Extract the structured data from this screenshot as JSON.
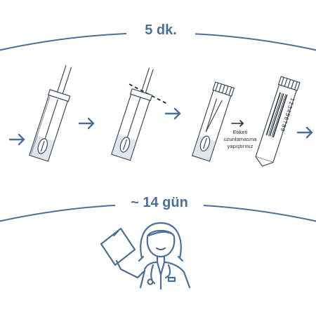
{
  "headings": {
    "duration_top": "5 dk.",
    "duration_bottom": "~ 14 gün"
  },
  "label_instruction": [
    "Etiketi",
    "uzunlamasına",
    "yapıştırınız"
  ],
  "barcode_number": "123456789",
  "colors": {
    "accent": "#4a6f9a",
    "line": "#3c4a5a",
    "tube_fill": "#dfe6ee"
  },
  "icons": [
    "arrow-right-icon",
    "swab-tube-icon",
    "scissors-cut-line-icon",
    "capped-tube-icon",
    "barcode-label-tube-icon",
    "doctor-with-clipboard-icon"
  ]
}
